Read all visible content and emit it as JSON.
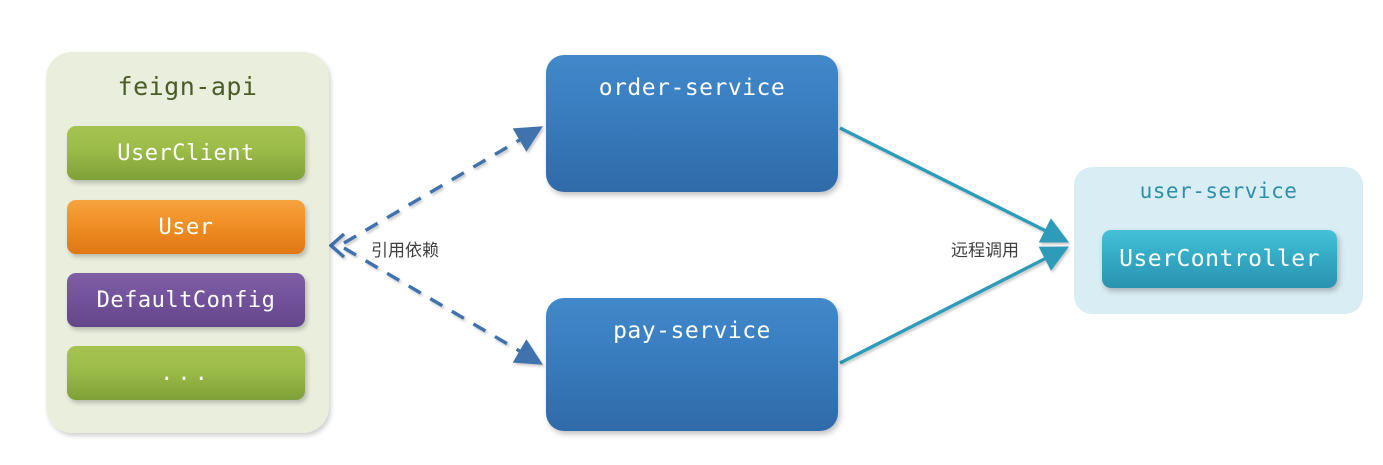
{
  "diagram": {
    "type": "architecture-flow",
    "background": "#ffffff",
    "feign_panel": {
      "title": "feign-api",
      "bg_color": "#eaeedd",
      "title_color": "#4a5c28",
      "items": [
        {
          "label": "UserClient",
          "color": "#9bbb48",
          "style": "green"
        },
        {
          "label": "User",
          "color": "#ef8f25",
          "style": "orange"
        },
        {
          "label": "DefaultConfig",
          "color": "#73539b",
          "style": "purple"
        },
        {
          "label": "...",
          "color": "#9bbb48",
          "style": "green"
        }
      ]
    },
    "services": [
      {
        "label": "order-service",
        "color": "#3a7fc1"
      },
      {
        "label": "pay-service",
        "color": "#3a7fc1"
      }
    ],
    "user_panel": {
      "title": "user-service",
      "bg_color": "#d8edf4",
      "title_color": "#2e8fa8",
      "component": {
        "label": "UserController",
        "color": "#35abc6"
      }
    },
    "edges": [
      {
        "label": "引用依赖",
        "style": "dashed",
        "color": "#3f72ae",
        "direction": "bidirectional-fan-left",
        "from": [
          "order-service",
          "pay-service"
        ],
        "to": "feign-api"
      },
      {
        "label": "远程调用",
        "style": "solid",
        "color": "#2f9cb8",
        "direction": "fan-right",
        "from": [
          "order-service",
          "pay-service"
        ],
        "to": "user-service"
      }
    ]
  }
}
